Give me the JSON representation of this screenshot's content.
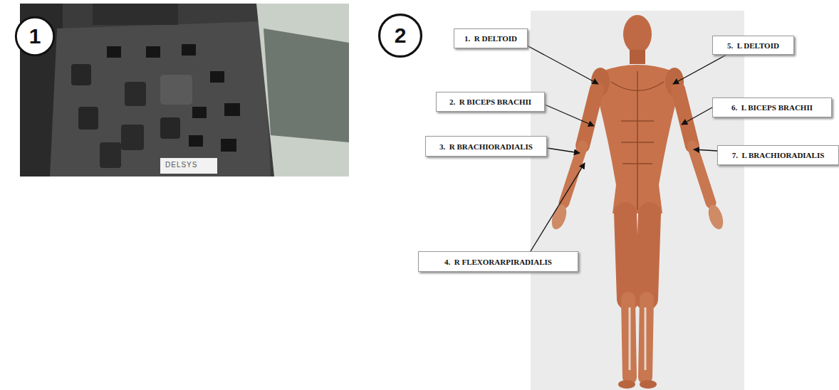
{
  "diagram": {
    "nodes": [
      {
        "text": [
          "1"
        ]
      },
      {
        "text": [
          "2"
        ]
      },
      {
        "text": [
          "1.  R DELTOID"
        ]
      },
      {
        "text": [
          "2.  R BICEPS BRACHII"
        ]
      },
      {
        "text": [
          "3.  R BRACHIORADIALIS"
        ]
      },
      {
        "text": [
          "4.  R FLEXORARPIRADIALIS"
        ]
      },
      {
        "text": [
          "5.  L DELTOID"
        ]
      },
      {
        "text": [
          "6.  L BICEPS BRACHII"
        ]
      },
      {
        "text": [
          "7.  L BRACHIORADIALIS"
        ]
      }
    ],
    "labels": [
      "DELSYS"
    ]
  }
}
